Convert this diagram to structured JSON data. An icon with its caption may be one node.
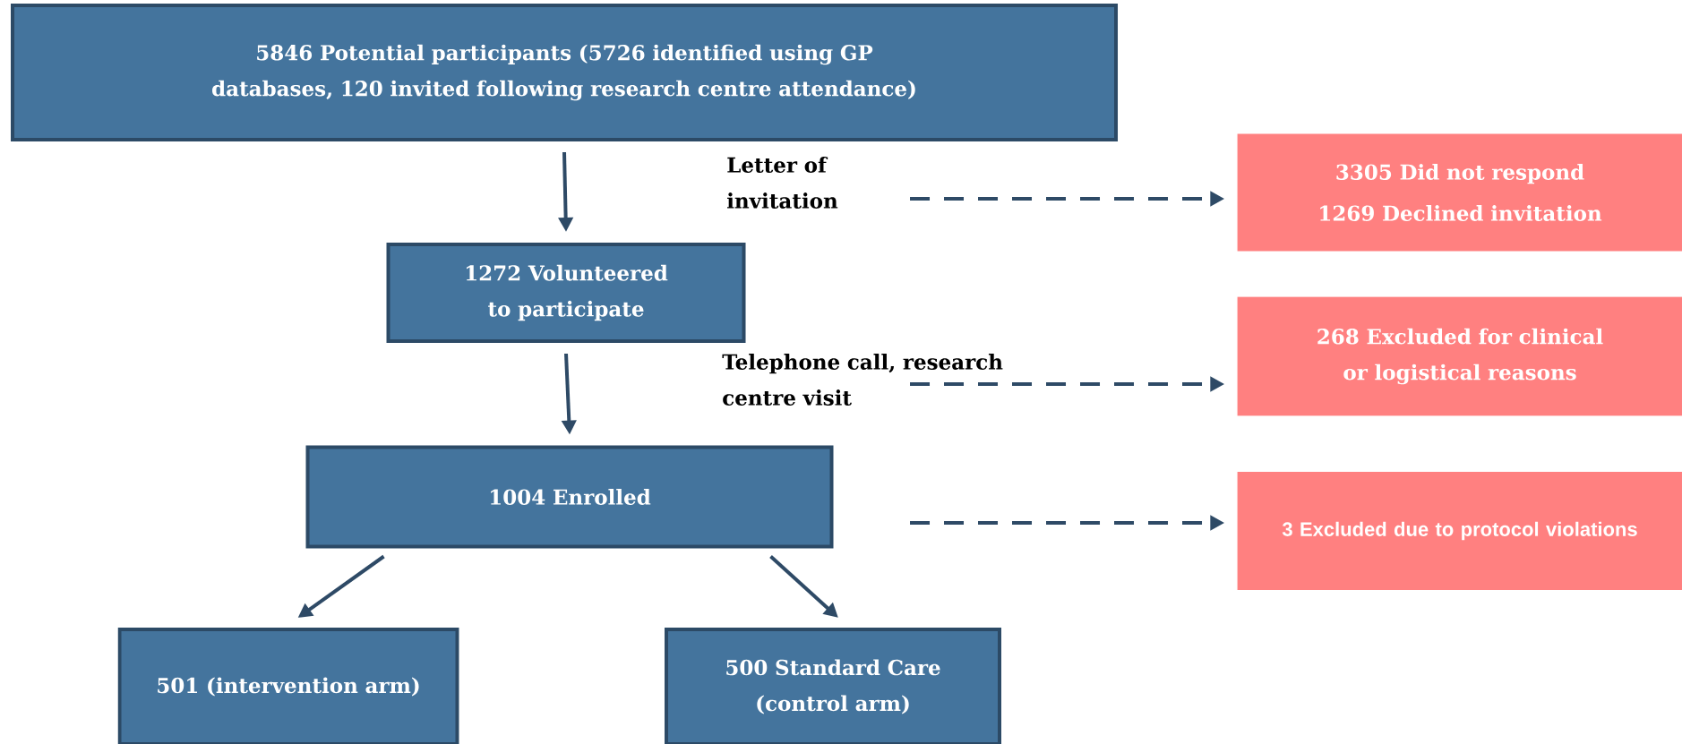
{
  "diagram": {
    "nodes": [
      {
        "text": [
          "5846 Potential participants (5726 identified using GP databases, 120 invited following research centre attendance)"
        ]
      },
      {
        "text": [
          "1272 Volunteered to participate"
        ]
      },
      {
        "text": [
          "1004 Enrolled"
        ]
      },
      {
        "text": [
          "501 (intervention arm)"
        ]
      },
      {
        "text": [
          "500 Standard Care (control arm)"
        ]
      },
      {
        "text": [
          "3305 Did not respond",
          "1269 Declined invitation"
        ]
      },
      {
        "text": [
          "268 Excluded for clinical or logistical reasons"
        ]
      },
      {
        "text": [
          "3 Excluded due to protocol violations"
        ]
      },
      {
        "text": [
          "Letter of invitation"
        ]
      },
      {
        "text": [
          "Telephone call, research centre visit"
        ]
      }
    ],
    "edges": [
      {
        "from": 0,
        "to": 1,
        "arrow": "to"
      },
      {
        "from": 1,
        "to": 2,
        "arrow": "to"
      },
      {
        "from": 2,
        "to": 3,
        "arrow": "to"
      },
      {
        "from": 2,
        "to": 4,
        "arrow": "to"
      },
      {
        "from": 8,
        "to": 5,
        "arrow": "to",
        "style": "dashed"
      },
      {
        "from": 9,
        "to": 6,
        "arrow": "to",
        "style": "dashed"
      },
      {
        "from": null,
        "to": 7,
        "arrow": "to",
        "style": "dashed"
      }
    ]
  }
}
